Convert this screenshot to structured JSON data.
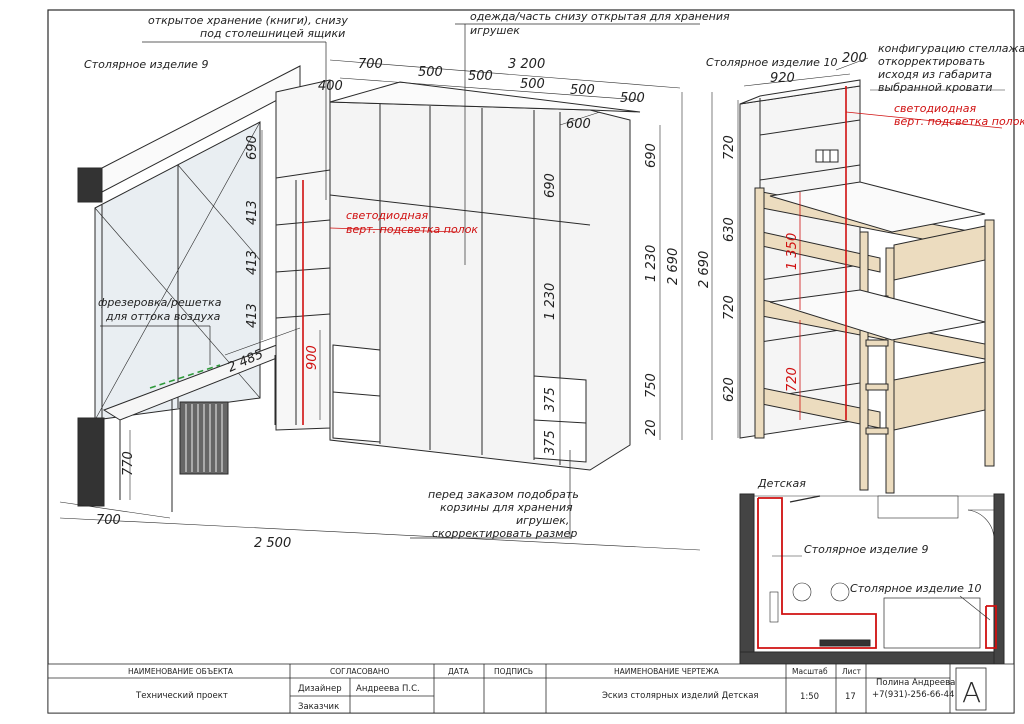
{
  "item9": {
    "title": "Столярное изделие 9",
    "note_books": [
      "открытое хранение (книги), снизу",
      "под столешницей ящики"
    ],
    "note_clothes": [
      "одежда/часть снизу открытая для хранения",
      "игрушек"
    ],
    "note_led": [
      "светодиодная",
      "верт. подсветка полок"
    ],
    "note_vent": [
      "фрезеровка/решетка",
      "для оттока воздуха"
    ],
    "note_baskets": [
      "перед заказом подобрать",
      "корзины для хранения",
      "игрушек,",
      "скорректировать размер"
    ],
    "dims": {
      "top_total": "3 200",
      "d700": "700",
      "d500a": "500",
      "d500b": "500",
      "d500c": "500",
      "d500d": "500",
      "d500e": "500",
      "d400": "400",
      "d600": "600",
      "v690": "690",
      "v413a": "413",
      "v413b": "413",
      "v413c": "413",
      "v900": "900",
      "v690b": "690",
      "v1230": "1 230",
      "v375a": "375",
      "v375b": "375",
      "r690": "690",
      "r1230": "1 230",
      "r750": "750",
      "r20": "20",
      "r2690": "2 690",
      "desk2485": "2 485",
      "h770": "770",
      "b700": "700",
      "b2500": "2 500"
    }
  },
  "item10": {
    "title": "Столярное изделие 10",
    "note_config": [
      "конфигурацию стеллажа",
      "откорректировать",
      "исходя из габарита",
      "выбранной кровати"
    ],
    "note_led": [
      "светодиодная",
      "верт. подсветка полок"
    ],
    "dims": {
      "w920": "920",
      "d200": "200",
      "h2690": "2 690",
      "v720a": "720",
      "v630": "630",
      "v720b": "720",
      "v620": "620",
      "r1350": "1 350",
      "r720": "720"
    }
  },
  "plan": {
    "room": "Детская",
    "label9": "Столярное изделие 9",
    "label10": "Столярное изделие 10"
  },
  "titleblock": {
    "h_object": "НАИМЕНОВАНИЕ ОБЪЕКТА",
    "object": "Технический проект",
    "h_agreed": "СОГЛАСОВАНО",
    "designer_label": "Дизайнер",
    "designer_name": "Андреева П.С.",
    "client_label": "Заказчик",
    "h_date": "ДАТА",
    "h_sign": "ПОДПИСЬ",
    "h_drawing": "НАИМЕНОВАНИЕ ЧЕРТЕЖА",
    "drawing": "Эскиз столярных изделий Детская",
    "h_scale": "Масштаб",
    "scale": "1:50",
    "h_sheet": "Лист",
    "sheet": "17",
    "author_name": "Полина Андреева",
    "author_phone": "+7(931)-256-66-44",
    "logo": "A"
  },
  "colors": {
    "line": "#2a2a2a",
    "red": "#d01010",
    "wood": "#ecdcbf",
    "glass": "#e9eef2",
    "panel": "#f4f4f4"
  }
}
